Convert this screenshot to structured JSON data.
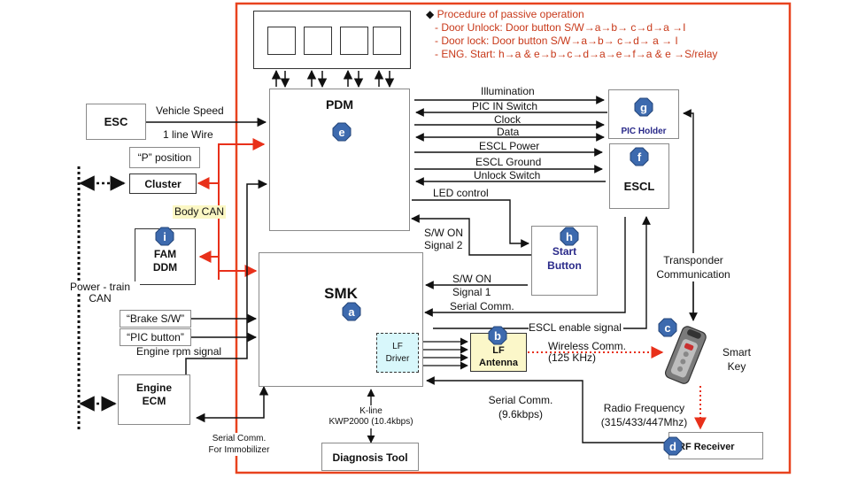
{
  "procedure": {
    "title": "Procedure of passive operation",
    "bullet_icon": "diamond-bullet",
    "steps": [
      "- Door Unlock: Door button S/W→a→b→  c→d→a  →I",
      "- Door lock: Door button S/W→a→b→  c→d→  a  →  I",
      "- ENG. Start: h→a & e→b→c→d→a→e→f→a  & e  →S/relay"
    ]
  },
  "colors": {
    "frame": "#e8431f",
    "body_can": "#e8301a",
    "badge": "#3d6aae",
    "blue_text": "#2a2a8a",
    "lf_driver_fill": "#d8f7fb",
    "lf_antenna_fill": "#fbf7c9",
    "body_can_label_bg": "#fbf7c4"
  },
  "blocks": {
    "esc": "ESC",
    "p_position": "“P” position",
    "cluster": "Cluster",
    "body_can": "Body CAN",
    "fam_1": "FAM",
    "fam_2": "DDM",
    "powertrain_1": "Power - train",
    "powertrain_2": "CAN",
    "brake_sw": "“Brake S/W”",
    "pic_button": "“PIC button”",
    "engine_1": "Engine",
    "engine_2": "ECM",
    "pdm": "PDM",
    "smk": "SMK",
    "lf_driver_1": "LF",
    "lf_driver_2": "Driver",
    "lf_antenna_1": "LF",
    "lf_antenna_2": "Antenna",
    "pic_holder": "PIC Holder",
    "escl": "ESCL",
    "start_1": "Start",
    "start_2": "Button",
    "smart_key_1": "Smart",
    "smart_key_2": "Key",
    "rf_receiver": "RF Receiver",
    "diagnosis_tool": "Diagnosis Tool"
  },
  "badges": {
    "a": "a",
    "b": "b",
    "c": "c",
    "d": "d",
    "e": "e",
    "f": "f",
    "g": "g",
    "h": "h",
    "i": "i"
  },
  "signals": {
    "vehicle_speed": "Vehicle Speed",
    "one_line_wire": "1 line Wire",
    "engine_rpm": "Engine rpm signal",
    "serial_immobilizer_1": "Serial Comm.",
    "serial_immobilizer_2": "For Immobilizer",
    "illumination": "Illumination",
    "pic_in_switch": "PIC IN Switch",
    "clock": "Clock",
    "data": "Data",
    "escl_power": "ESCL Power",
    "escl_ground": "ESCL Ground",
    "unlock_switch": "Unlock Switch",
    "led_control": "LED control",
    "sw_on_2_a": "S/W ON",
    "sw_on_2_b": "Signal 2",
    "sw_on_1_a": "S/W ON",
    "sw_on_1_b": "Signal 1",
    "serial_comm": "Serial Comm.",
    "escl_enable": "ESCL enable signal",
    "wireless_1": "Wireless Comm.",
    "wireless_2": "(125 KHz)",
    "transponder_1": "Transponder",
    "transponder_2": "Communication",
    "serial_96_1": "Serial Comm.",
    "serial_96_2": "(9.6kbps)",
    "radio_1": "Radio Frequency",
    "radio_2": "(315/433/447Mhz)",
    "kline_1": "K-line",
    "kline_2": "KWP2000 (10.4kbps)"
  }
}
